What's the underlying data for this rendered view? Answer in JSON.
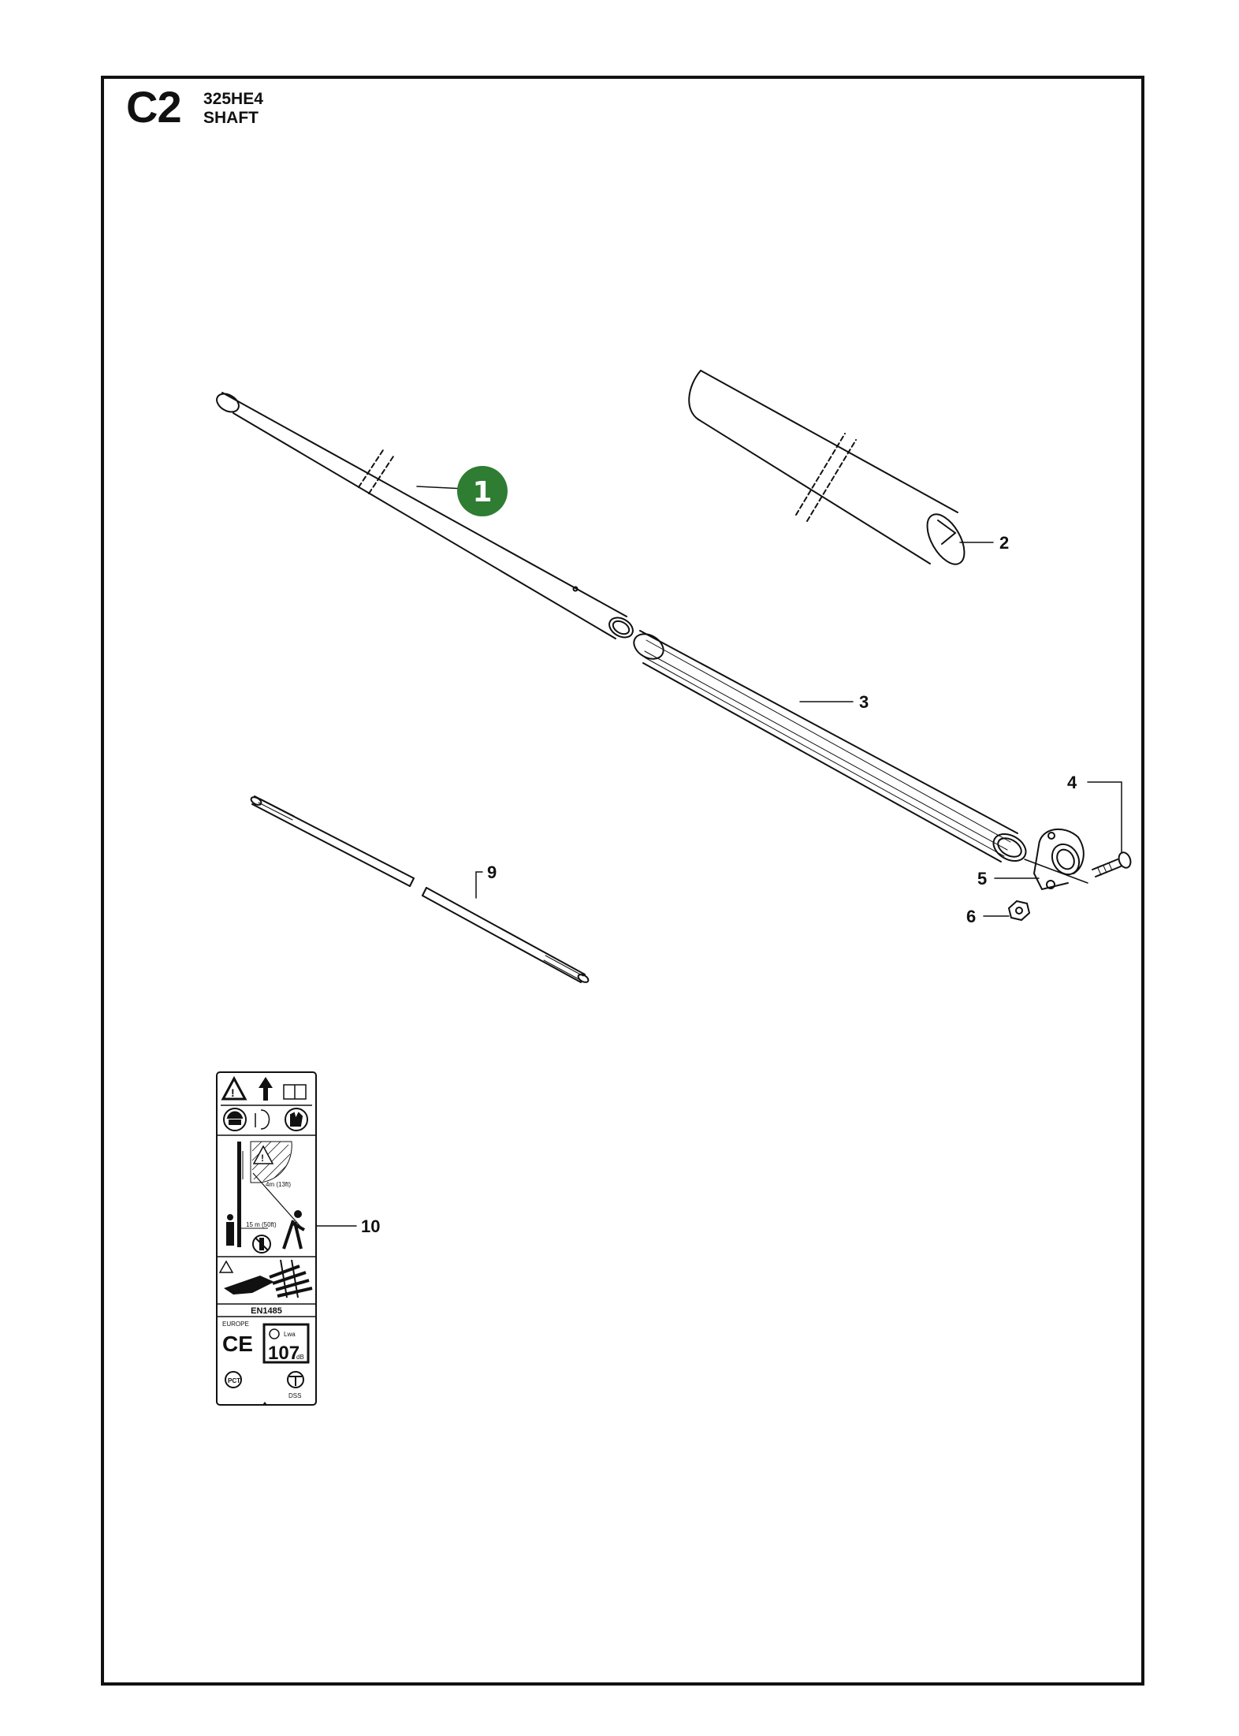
{
  "header": {
    "section_code": "C2",
    "model": "325HE4",
    "title": "SHAFT"
  },
  "callouts": {
    "p1": "1",
    "p2": "2",
    "p3": "3",
    "p4": "4",
    "p5": "5",
    "p6": "6",
    "p9": "9",
    "p10": "10"
  },
  "decal": {
    "distance_top": "4m (13ft)",
    "distance_bottom": "15 m (50ft)",
    "standard": "EN1485",
    "region": "EUROPE",
    "ce_mark": "CE",
    "noise_label": "Lwa",
    "noise_value": "107",
    "noise_unit": "dB",
    "cert_left": "PCT",
    "cert_right": "DSS"
  },
  "colors": {
    "line": "#111111",
    "callout_badge": "#2e7d32",
    "badge_text": "#ffffff"
  }
}
